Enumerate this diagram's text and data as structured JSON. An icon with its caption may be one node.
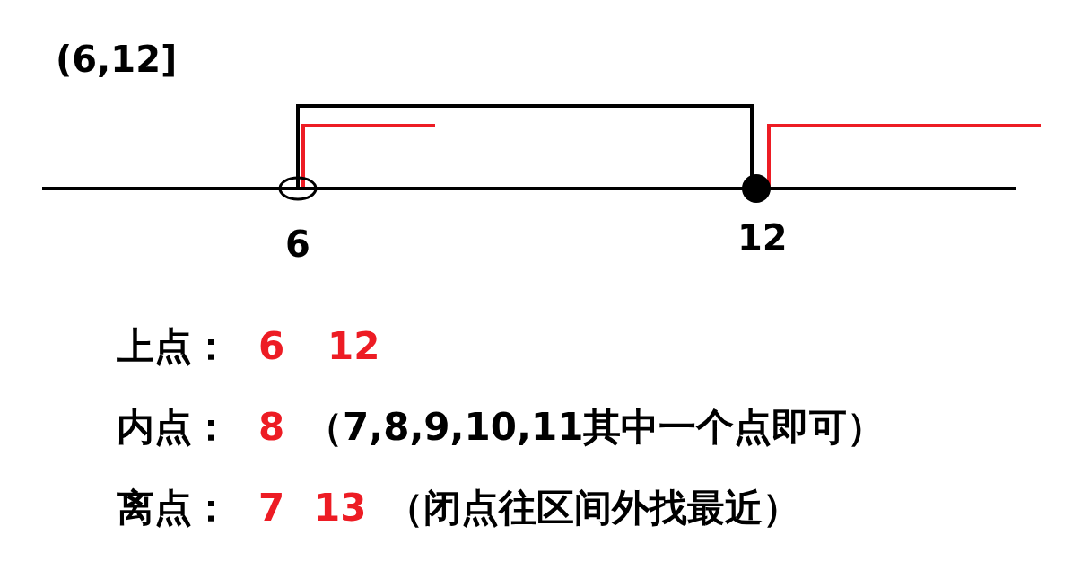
{
  "diagram": {
    "title": "(6,12]",
    "labels": [
      "6",
      "12",
      "上点：",
      "6",
      "12",
      "内点：",
      "8",
      "（7,8,9,10,11其中一个点即可）",
      "离点：",
      "7",
      "13",
      "（闭点往区间外找最近）"
    ]
  }
}
